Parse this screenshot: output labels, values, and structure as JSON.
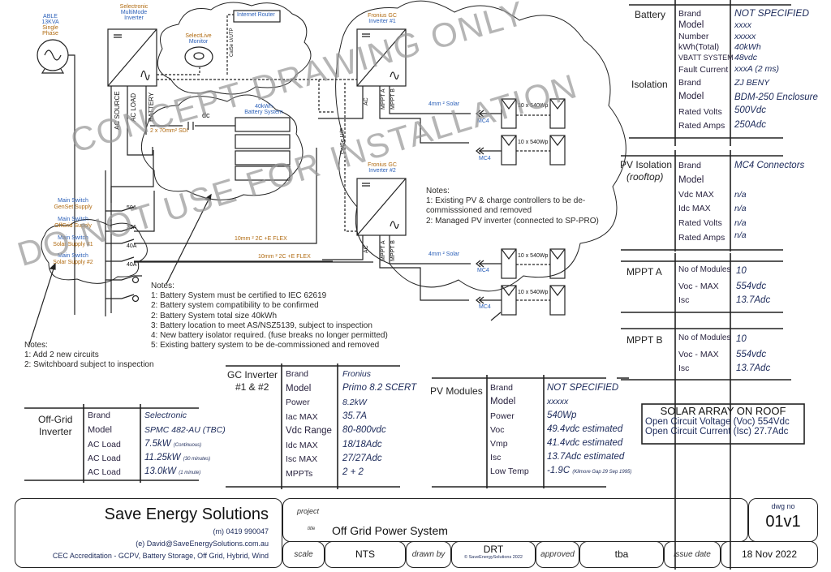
{
  "diagram": {
    "generator": {
      "line1": "ABLE 13KVA",
      "line2": "Single Phase"
    },
    "offgrid_inverter_label": {
      "line1": "Selectronic",
      "line2": "MultiMode",
      "line3": "Inverter"
    },
    "inverter_ports": {
      "ac_source": "AC SOURCE",
      "ac_load": "AC LOAD",
      "battery": "BATTERY"
    },
    "monitor": {
      "line1": "SelectLive",
      "line2": "Monitor"
    },
    "router": "Internet Router",
    "cable_label": "Cat5e U/UTP",
    "cat5_label": "Cat5e U/P",
    "dc_label": "dc",
    "dc_cable": "2 x 70mm² SDI",
    "battery_system": {
      "line1": "40kWh",
      "line2": "Battery System"
    },
    "switches": [
      {
        "label1": "Main Switch",
        "label2": "GenSet Supply",
        "rating": "50A"
      },
      {
        "label1": "Main Switch",
        "label2": "OffGrid Supply",
        "rating": "35A"
      },
      {
        "label1": "Main Switch",
        "label2": "Solar Supply #1",
        "rating": "40A"
      },
      {
        "label1": "Main Switch",
        "label2": "Solar Supply #2",
        "rating": "40A"
      }
    ],
    "flex_cable_1": "10mm ² 2C +E  FLEX",
    "flex_cable_2": "10mm ² 2C +E  FLEX",
    "gc_inverter_1": {
      "line1": "Fronius GC",
      "line2": "Inverter #1"
    },
    "gc_inverter_2": {
      "line1": "Fronius GC",
      "line2": "Inverter #2"
    },
    "port_ac": "AC",
    "port_mppt_a": "MPPT A",
    "port_mppt_b": "MPPT B",
    "solar_cable": "4mm ² Solar",
    "connector": "MC4",
    "string_label": "10 x 540Wp",
    "watermark_1": "CONCEPT DRAWING ONLY",
    "watermark_2": "DO NOT USE FOR INSTALLATION"
  },
  "notes_switchboard": {
    "title": "Notes:",
    "items": [
      "1:  Add 2 new circuits",
      "2:  Switchboard subject to inspection"
    ]
  },
  "notes_battery": {
    "title": "Notes:",
    "items": [
      "1:  Battery System must be certified to IEC 62619",
      "2:  Battery system compatibility to be confirmed",
      "2:  Battery System total size  40kWh",
      "3:  Battery location to meet AS/NSZ5139, subject to inspection",
      "4:  New battery isolator required. (fuse breaks no longer permitted)",
      "5:  Existing battery system to be de-commissioned and removed"
    ]
  },
  "notes_pv": {
    "title": "Notes:",
    "items": [
      "1:  Existing PV & charge controllers to be de-",
      "commisssioned and removed",
      "2:  Managed PV inverter (connected to SP-PRO)"
    ]
  },
  "battery": {
    "section": "Battery",
    "rows": [
      {
        "k": "Brand",
        "v": "NOT SPECIFIED"
      },
      {
        "k": "Model",
        "v": "xxxx"
      },
      {
        "k": "Number",
        "v": "xxxxx"
      },
      {
        "k": "kWh(Total)",
        "v": "40kWh"
      },
      {
        "k": "VBATT SYSTEM",
        "v": "48vdc"
      },
      {
        "k": "Fault Current",
        "v": "xxxA  (2 ms)"
      }
    ]
  },
  "isolation": {
    "section": "Isolation",
    "rows": [
      {
        "k": "Brand",
        "v": "ZJ BENY"
      },
      {
        "k": "Model",
        "v": "BDM-250 Enclosure"
      },
      {
        "k": "Rated Volts",
        "v": "500Vdc"
      },
      {
        "k": "Rated Amps",
        "v": "250Adc"
      }
    ]
  },
  "pv_isolation": {
    "section": "PV Isolation",
    "section_sub": "(rooftop)",
    "rows": [
      {
        "k": "Brand",
        "v": "MC4 Connectors"
      },
      {
        "k": "Model",
        "v": ""
      },
      {
        "k": "Vdc MAX",
        "v": "n/a"
      },
      {
        "k": "Idc MAX",
        "v": "n/a"
      },
      {
        "k": "Rated Volts",
        "v": "n/a"
      },
      {
        "k": "Rated Amps",
        "v": "n/a"
      }
    ]
  },
  "mppt_a": {
    "section": "MPPT A",
    "rows": [
      {
        "k": "No of Modules",
        "v": "10"
      },
      {
        "k": "Voc - MAX",
        "v": "554vdc"
      },
      {
        "k": "Isc",
        "v": "13.7Adc"
      }
    ]
  },
  "mppt_b": {
    "section": "MPPT B",
    "rows": [
      {
        "k": "No of Modules",
        "v": "10"
      },
      {
        "k": "Voc - MAX",
        "v": "554vdc"
      },
      {
        "k": "Isc",
        "v": "13.7Adc"
      }
    ]
  },
  "gc_inverter": {
    "section1": "GC Inverter",
    "section2": "#1 & #2",
    "rows": [
      {
        "k": "Brand",
        "v": "Fronius"
      },
      {
        "k": "Model",
        "v": "Primo 8.2 SCERT"
      },
      {
        "k": "Power",
        "v": "8.2kW"
      },
      {
        "k": "Iac MAX",
        "v": "35.7A"
      },
      {
        "k": "Vdc Range",
        "v": "80-800vdc"
      },
      {
        "k": "Idc  MAX",
        "v": "18/18Adc"
      },
      {
        "k": "Isc  MAX",
        "v": "27/27Adc"
      },
      {
        "k": "MPPTs",
        "v": "2 + 2"
      }
    ]
  },
  "pv_modules": {
    "section": "PV Modules",
    "rows": [
      {
        "k": "Brand",
        "v": "NOT SPECIFIED",
        "note": ""
      },
      {
        "k": "Model",
        "v": "xxxxx",
        "note": ""
      },
      {
        "k": "Power",
        "v": "540Wp",
        "note": ""
      },
      {
        "k": "Voc",
        "v": "49.4vdc   estimated",
        "note": ""
      },
      {
        "k": "Vmp",
        "v": "41.4vdc   estimated",
        "note": ""
      },
      {
        "k": "Isc",
        "v": "13.7Adc   estimated",
        "note": ""
      },
      {
        "k": "Low Temp",
        "v": "-1.9C",
        "note": "(Kilmore Gap 29 Sep 1995)"
      }
    ]
  },
  "offgrid_inverter": {
    "section1": "Off-Grid",
    "section2": "Inverter",
    "rows": [
      {
        "k": "Brand",
        "v": "Selectronic",
        "note": ""
      },
      {
        "k": "Model",
        "v": "SPMC 482-AU  (TBC)",
        "note": ""
      },
      {
        "k": "AC Load",
        "v": "7.5kW",
        "note": "(Continuous)"
      },
      {
        "k": "AC Load",
        "v": "11.25kW",
        "note": "(30 minutes)"
      },
      {
        "k": "AC Load",
        "v": "13.0kW",
        "note": "(1 minute)"
      }
    ]
  },
  "solar_array": {
    "title": "SOLAR ARRAY ON ROOF",
    "voc": "Open Circuit Voltage (Voc)  554Vdc",
    "isc": "Open Circuit Current (Isc) 27.7Adc"
  },
  "title_block": {
    "company": "Save Energy Solutions",
    "mobile": "(m)  0419 990047",
    "email": "(e) David@SaveEnergySolutions.com.au",
    "accreditation": "CEC Accreditation - GCPV, Battery Storage, Off Grid, Hybrid, Wind",
    "project_label": "project",
    "title_label": "title",
    "title_value": "Off Grid Power System",
    "dwg_label": "dwg no",
    "dwg_value": "01v1",
    "scale_label": "scale",
    "scale_value": "NTS",
    "drawn_label": "drawn by",
    "drawn_value": "DRT",
    "copyright": "© SaveEnergySolutions 2022",
    "approved_label": "approved",
    "approved_value": "tba",
    "issue_label": "issue date",
    "issue_value": "18 Nov 2022"
  }
}
